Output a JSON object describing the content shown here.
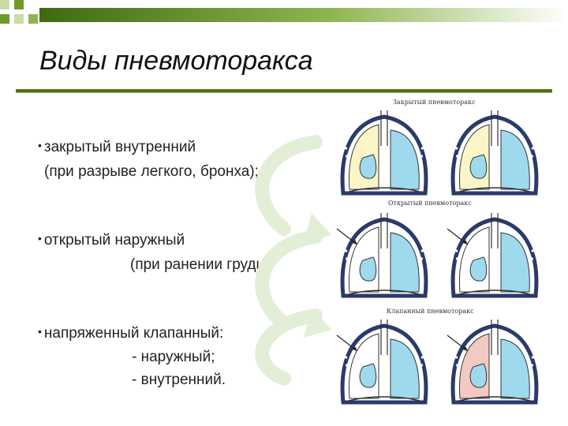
{
  "slide": {
    "title": "Виды пневмоторакса",
    "bullets": [
      {
        "label": "закрытый внутренний",
        "sub": [
          "(при разрыве легкого, бронха);"
        ]
      },
      {
        "label": "открытый наружный",
        "sub": [
          "(при ранении груди);"
        ]
      },
      {
        "label": "напряженный клапанный:",
        "sub": [
          "- наружный;",
          "- внутренний."
        ]
      }
    ],
    "figure_captions": [
      "Закрытый пневмоторакс",
      "Открытый пневмоторакс",
      "Клапанный пневмоторакс"
    ]
  },
  "colors": {
    "accent_dark": "#4e6f16",
    "accent_light": "#a8c870",
    "lung_blue": "#9fd9ee",
    "pleura_yellow": "#fbf6c8",
    "pleura_pink": "#f3c9c3"
  }
}
